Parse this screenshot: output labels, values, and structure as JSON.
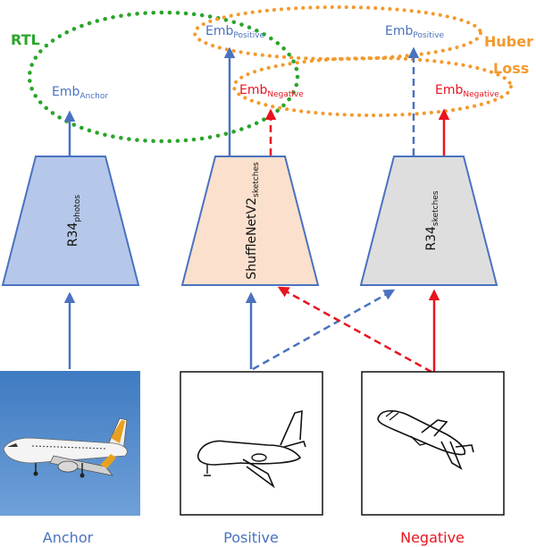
{
  "labels": {
    "rtl": "RTL",
    "huber": "Huber",
    "loss": "Loss",
    "emb": "Emb",
    "sub_anchor": "Anchor",
    "sub_positive": "Positive",
    "sub_negative": "Negative"
  },
  "networks": {
    "photos": {
      "base": "R34",
      "sub": "photos"
    },
    "shuffle": {
      "base": "ShuffleNetV2",
      "sub": "sketches"
    },
    "sketches": {
      "base": "R34",
      "sub": "sketches"
    }
  },
  "inputs": {
    "anchor": "Anchor",
    "positive": "Positive",
    "negative": "Negative"
  },
  "colors": {
    "blue": "#4a72c0",
    "red": "#e8141e",
    "green": "#2aa52a",
    "orange": "#f39a2d",
    "photos_fill": "#b5c8e9",
    "shuffle_fill": "#fbe0cd",
    "sketches_fill": "#dedede"
  }
}
